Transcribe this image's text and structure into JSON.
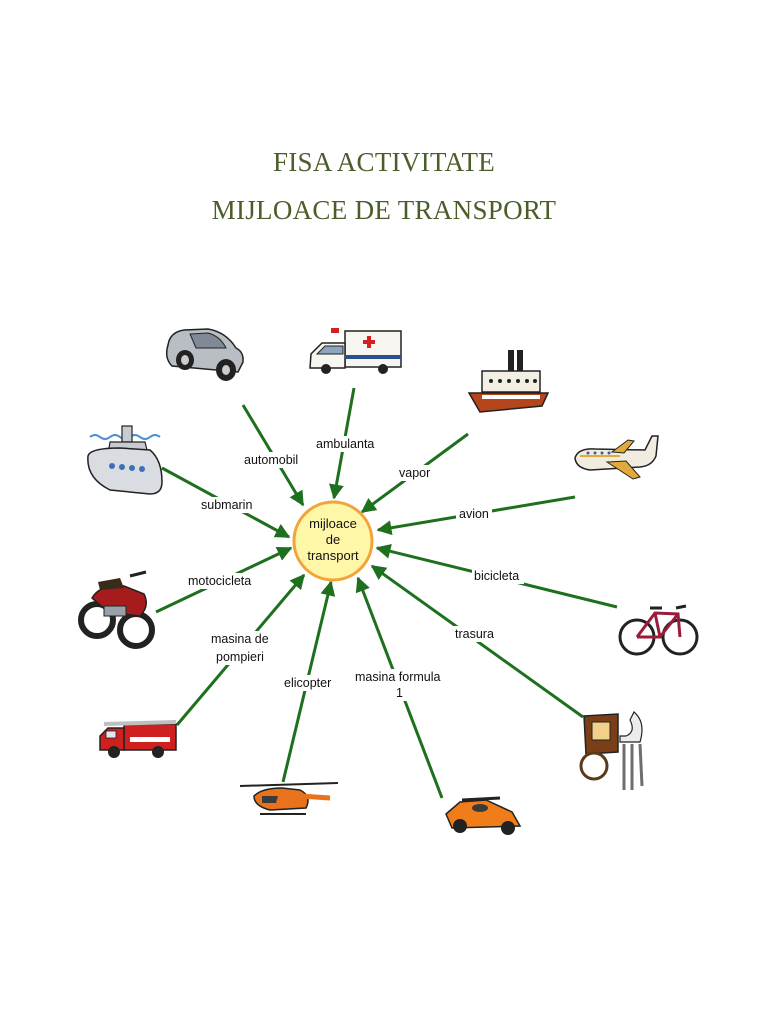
{
  "title_line1": "FISA ACTIVITATE",
  "title_line2": "MIJLOACE DE TRANSPORT",
  "hub": {
    "line1": "mijloace",
    "line2": "de",
    "line3": "transport",
    "fill": "#fff7a8",
    "stroke": "#f2a43a"
  },
  "arrow_color": "#1e6f1e",
  "title_color": "#4a5e2a",
  "labels": {
    "automobil": "automobil",
    "ambulanta": "ambulanta",
    "vapor": "vapor",
    "avion": "avion",
    "bicicleta": "bicicleta",
    "trasura": "trasura",
    "masina_formula_1": "masina formula",
    "masina_formula_2": "1",
    "elicopter": "elicopter",
    "masina_pompieri_1": "masina de",
    "masina_pompieri_2": "pompieri",
    "motocicleta": "motocicleta",
    "submarin": "submarin"
  }
}
